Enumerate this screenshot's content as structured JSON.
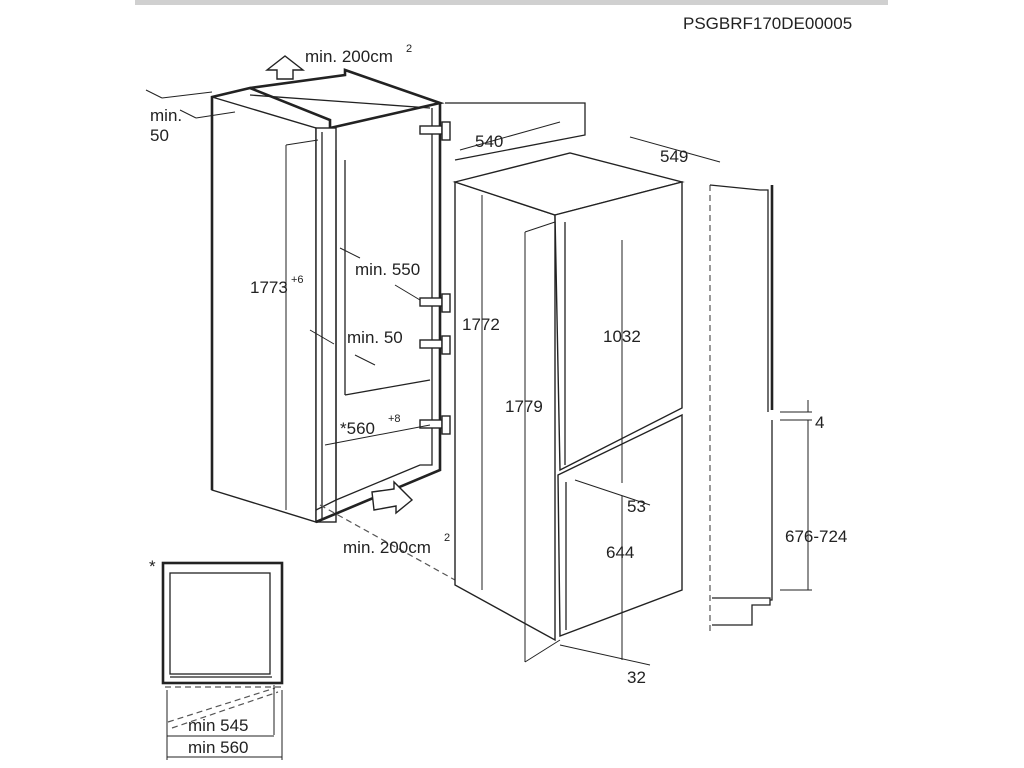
{
  "drawing_code": "PSGBRF170DE00005",
  "niche": {
    "vent_top": "min. 200cm",
    "vent_top_sup": "2",
    "side_gap_label": "min.",
    "side_gap_value": "50",
    "height": "1773",
    "height_tol": "+6",
    "depth_min": "min. 550",
    "rear_gap": "min. 50",
    "width": "*560",
    "width_tol": "+8",
    "vent_bottom": "min. 200cm",
    "vent_bottom_sup": "2"
  },
  "appliance": {
    "width": "540",
    "depth": "549",
    "height_body": "1772",
    "height_total": "1779",
    "upper_door": "1032",
    "door_gap": "53",
    "lower_door": "644",
    "bottom": "32"
  },
  "side_profile": {
    "gap": "4",
    "door_range": "676-724"
  },
  "plan_view": {
    "marker": "*",
    "min_inner": "min 545",
    "min_outer": "min 560"
  }
}
